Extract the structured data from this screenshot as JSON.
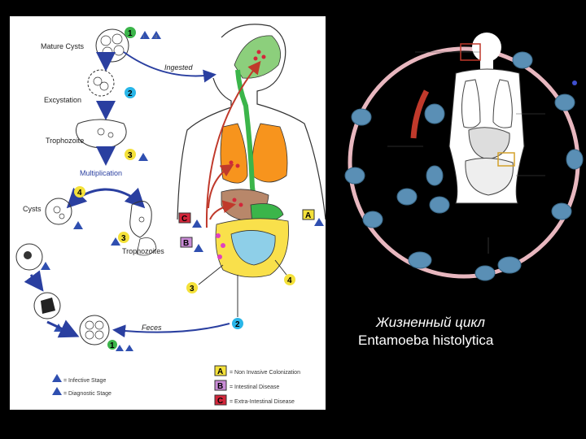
{
  "diagram": {
    "stage_labels": {
      "mature_cysts": "Mature Cysts",
      "ingested": "Ingested",
      "excystation": "Excystation",
      "trophozoite": "Trophozoite",
      "multiplication": "Multiplication",
      "cysts": "Cysts",
      "trophozoites": "Trophozoites",
      "feces": "Feces"
    },
    "step_numbers": {
      "n1": "1",
      "n2": "2",
      "n3": "3",
      "n4": "4"
    },
    "stage_markers": {
      "infective": "i",
      "diagnostic": "d"
    },
    "disease_letters": {
      "a": "A",
      "b": "B",
      "c": "C"
    },
    "legend": {
      "a_text": "= Non Invasive Colonization",
      "b_text": "= Intestinal Disease",
      "c_text": "= Extra-Intestinal Disease",
      "infective_text": "= Infective Stage",
      "diagnostic_text": "= Diagnostic Stage"
    },
    "colors": {
      "green_badge": "#3bb54a",
      "cyan_badge": "#29b6e8",
      "yellow_badge": "#f4e13a",
      "purple_box": "#c98bd6",
      "red_box": "#d3263a",
      "triangle": "#2f4fb0",
      "organ_green": "#8ccf7c",
      "lung_orange": "#f7941d",
      "liver_brown": "#b8876a",
      "intestine_yellow": "#f9e04b",
      "intestine_blue": "#8ecfe8",
      "ring_pink": "#e8b7bf",
      "ring_red": "#c0392b"
    }
  },
  "caption": {
    "line1": "Жизненный цикл",
    "line2": "Entamoeba histolytica"
  }
}
